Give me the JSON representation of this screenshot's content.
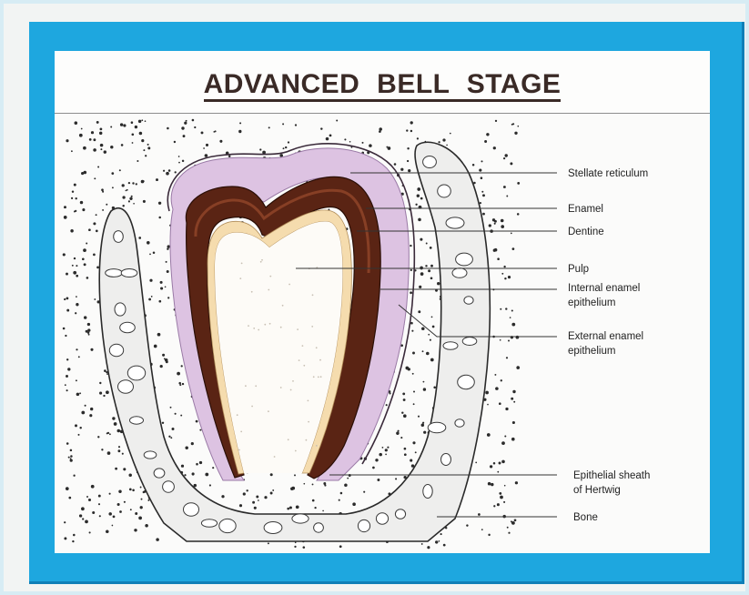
{
  "title": "ADVANCED BELL STAGE",
  "colors": {
    "frame": "#1ea7df",
    "paper": "#fbfbfa",
    "enamel": "#5a2414",
    "dentine": "#f5dcae",
    "stellate_reticulum": "#ddc3e2",
    "bone": "#eeeeed"
  },
  "labels": {
    "stellate_reticulum": "Stellate reticulum",
    "enamel": "Enamel",
    "dentine": "Dentine",
    "pulp": "Pulp",
    "internal_line1": "Internal enamel",
    "internal_line2": "epithelium",
    "external_line1": "External enamel",
    "external_line2": "epithelium",
    "sheath_line1": "Epithelial sheath",
    "sheath_line2": "of Hertwig",
    "bone": "Bone"
  }
}
